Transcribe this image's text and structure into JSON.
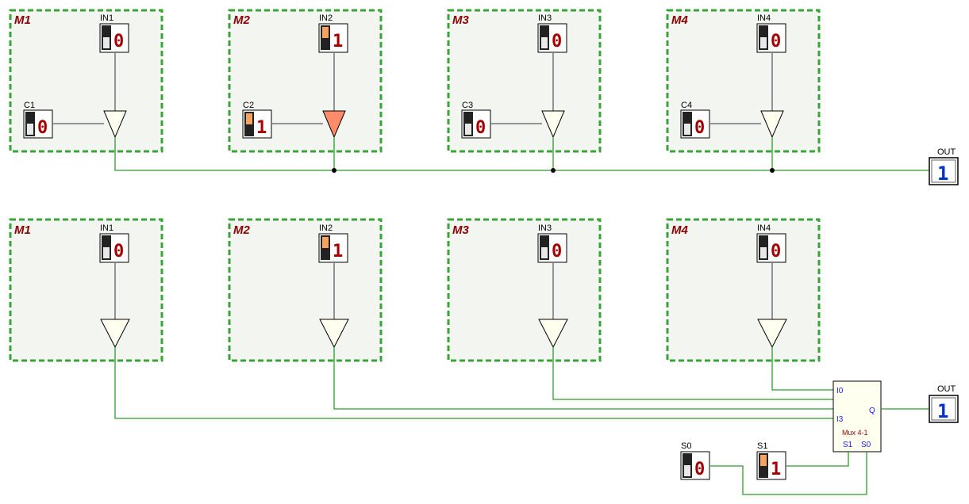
{
  "top_circuit": {
    "modules": [
      {
        "name": "M1",
        "input_label": "IN1",
        "input_value": "0",
        "control_label": "C1",
        "control_value": "0",
        "buffer_active": false
      },
      {
        "name": "M2",
        "input_label": "IN2",
        "input_value": "1",
        "control_label": "C2",
        "control_value": "1",
        "buffer_active": true
      },
      {
        "name": "M3",
        "input_label": "IN3",
        "input_value": "0",
        "control_label": "C3",
        "control_value": "0",
        "buffer_active": false
      },
      {
        "name": "M4",
        "input_label": "IN4",
        "input_value": "0",
        "control_label": "C4",
        "control_value": "0",
        "buffer_active": false
      }
    ],
    "output": {
      "label": "OUT",
      "value": "1"
    }
  },
  "bottom_circuit": {
    "modules": [
      {
        "name": "M1",
        "input_label": "IN1",
        "input_value": "0"
      },
      {
        "name": "M2",
        "input_label": "IN2",
        "input_value": "1"
      },
      {
        "name": "M3",
        "input_label": "IN3",
        "input_value": "0"
      },
      {
        "name": "M4",
        "input_label": "IN4",
        "input_value": "0"
      }
    ],
    "mux": {
      "title": "Mux 4-1",
      "i0": "I0",
      "i3": "I3",
      "q": "Q",
      "s1": "S1",
      "s0": "S0"
    },
    "selectors": [
      {
        "label": "S0",
        "value": "0"
      },
      {
        "label": "S1",
        "value": "1"
      }
    ],
    "output": {
      "label": "OUT",
      "value": "1"
    }
  },
  "colors": {
    "wire": "#2e9b2e",
    "module_border": "#3aa33a",
    "module_fill": "#f3f6f0",
    "buffer_inactive": "#fffff0",
    "buffer_active": "#ff8c69",
    "switch_on": "#f4a460",
    "digit": "#a40000",
    "output_digit": "#0033cc"
  }
}
